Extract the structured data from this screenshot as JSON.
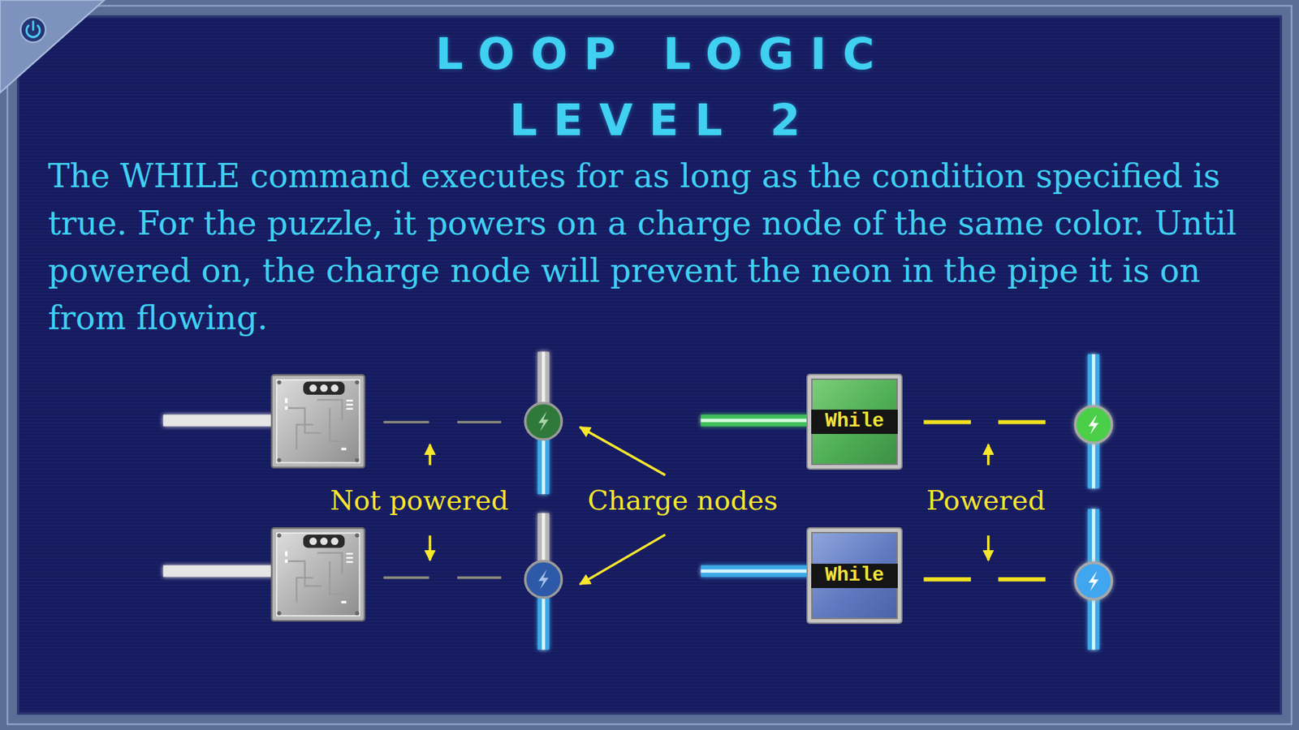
{
  "diagram": {
    "title": "LOOP LOGIC LEVEL 2",
    "nodes": [
      {
        "text": [
          "While"
        ]
      },
      {
        "text": [
          "While"
        ]
      }
    ],
    "labels": [
      "The WHILE command executes for as long as the condition specified is true. For the puzzle, it powers on a charge node of the same color. Until powered on, the charge node will prevent the neon in the pipe it is on from flowing.",
      "Not powered",
      "Charge nodes",
      "Powered"
    ]
  }
}
